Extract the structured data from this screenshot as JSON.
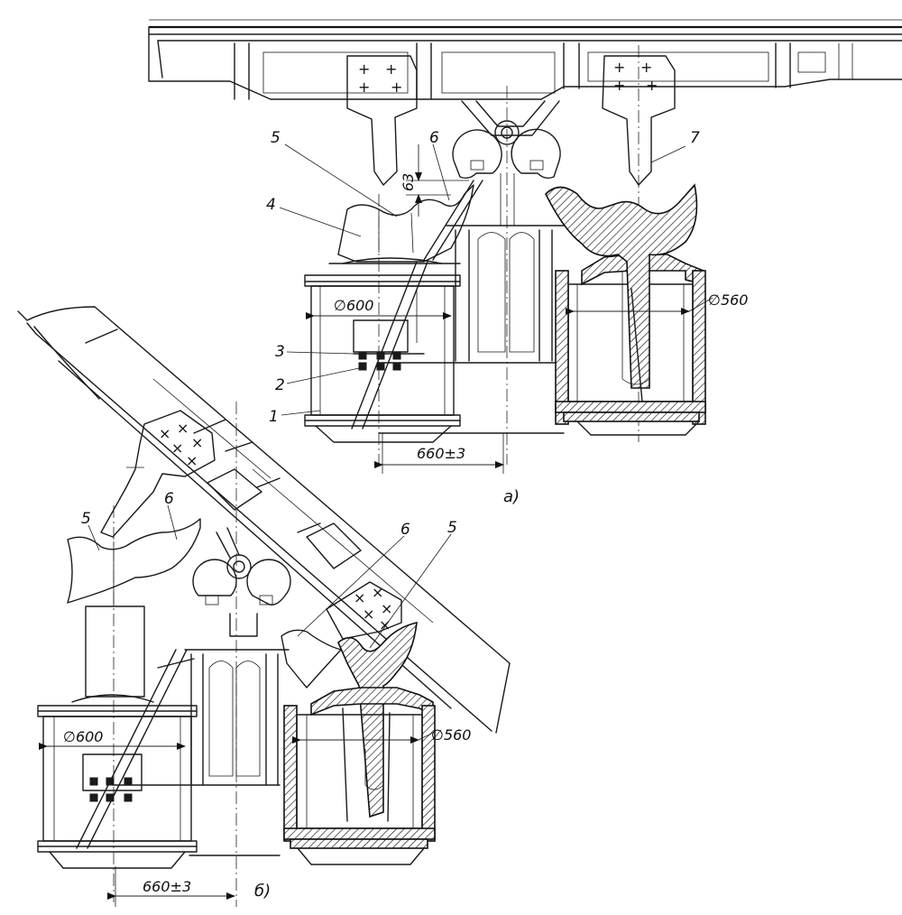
{
  "labels_a": {
    "n1": "1",
    "n2": "2",
    "n3": "3",
    "n4": "4",
    "n5": "5",
    "n6": "6",
    "n7": "7"
  },
  "labels_b": {
    "n5_left": "5",
    "n6_left": "6",
    "n6_right": "6",
    "n5_right": "5"
  },
  "dimensions": {
    "gap": "63",
    "dia_a_left": "∅600",
    "dia_a_right": "∅560",
    "offset_a": "660±3",
    "dia_b_left": "∅600",
    "dia_b_right": "∅560",
    "offset_b": "660±3"
  },
  "captions": {
    "a": "а)",
    "b": "б)"
  },
  "colors": {
    "ink": "#1a1a1a",
    "paper": "#ffffff"
  }
}
